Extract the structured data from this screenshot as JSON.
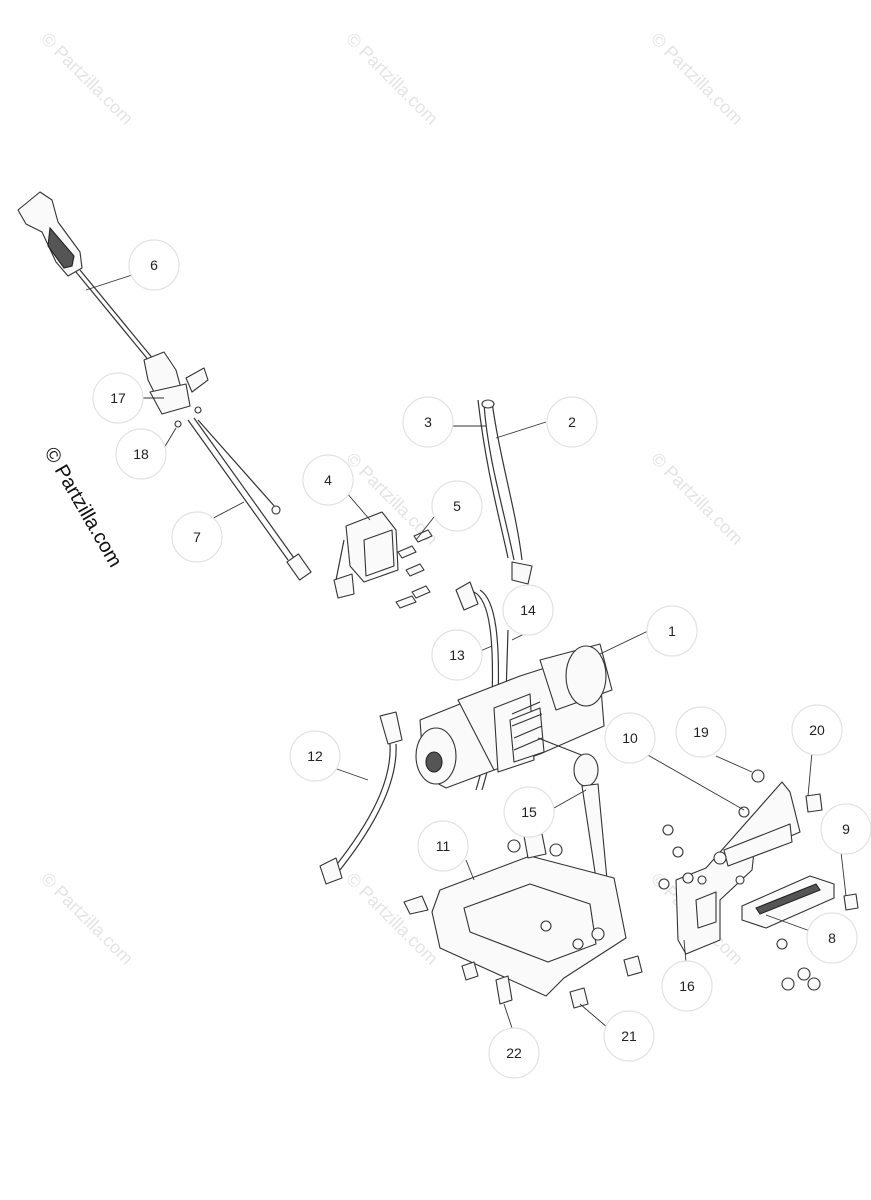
{
  "watermark_text": "© Partzilla.com",
  "brand_text": "© Partzilla.com",
  "callouts": [
    "1",
    "2",
    "3",
    "4",
    "5",
    "6",
    "7",
    "8",
    "9",
    "10",
    "11",
    "12",
    "13",
    "14",
    "15",
    "16",
    "17",
    "18",
    "19",
    "20",
    "21",
    "22"
  ]
}
